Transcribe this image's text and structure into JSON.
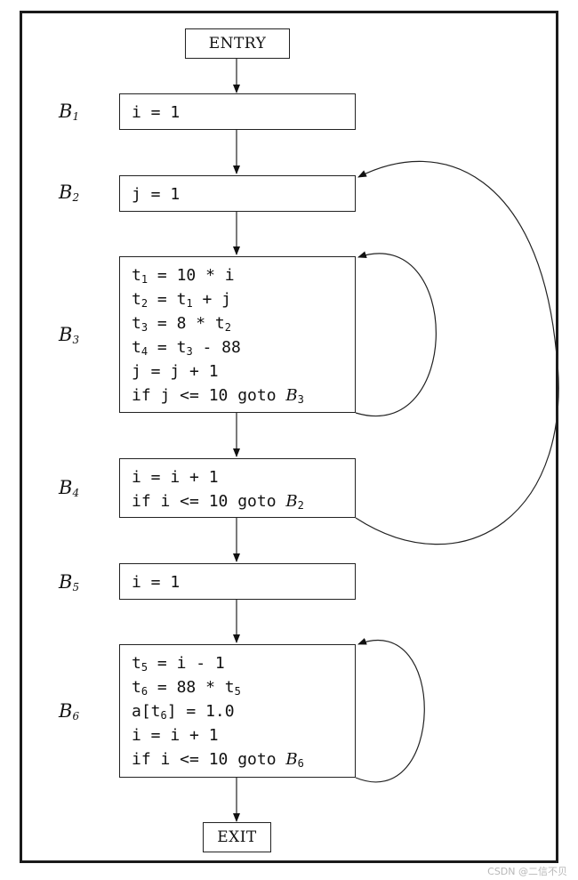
{
  "diagram": {
    "entry_label": "ENTRY",
    "exit_label": "EXIT",
    "blocks": [
      {
        "id": "B1",
        "label": {
          "main": "B",
          "sub": "1"
        },
        "lines": [
          [
            {
              "t": "i = 1"
            }
          ]
        ]
      },
      {
        "id": "B2",
        "label": {
          "main": "B",
          "sub": "2"
        },
        "lines": [
          [
            {
              "t": "j = 1"
            }
          ]
        ]
      },
      {
        "id": "B3",
        "label": {
          "main": "B",
          "sub": "3"
        },
        "lines": [
          [
            {
              "t": "t"
            },
            {
              "sub": "1"
            },
            {
              "t": " = 10 * i"
            }
          ],
          [
            {
              "t": "t"
            },
            {
              "sub": "2"
            },
            {
              "t": " = t"
            },
            {
              "sub": "1"
            },
            {
              "t": " + j"
            }
          ],
          [
            {
              "t": "t"
            },
            {
              "sub": "3"
            },
            {
              "t": " = 8 * t"
            },
            {
              "sub": "2"
            }
          ],
          [
            {
              "t": "t"
            },
            {
              "sub": "4"
            },
            {
              "t": " = t"
            },
            {
              "sub": "3"
            },
            {
              "t": " - 88"
            }
          ],
          [
            {
              "t": "j = j + 1"
            }
          ],
          [
            {
              "t": "if j <= 10 goto "
            },
            {
              "it": "B"
            },
            {
              "sub": "3"
            }
          ]
        ]
      },
      {
        "id": "B4",
        "label": {
          "main": "B",
          "sub": "4"
        },
        "lines": [
          [
            {
              "t": "i = i + 1"
            }
          ],
          [
            {
              "t": "if i <= 10 goto "
            },
            {
              "it": "B"
            },
            {
              "sub": "2"
            }
          ]
        ]
      },
      {
        "id": "B5",
        "label": {
          "main": "B",
          "sub": "5"
        },
        "lines": [
          [
            {
              "t": "i = 1"
            }
          ]
        ]
      },
      {
        "id": "B6",
        "label": {
          "main": "B",
          "sub": "6"
        },
        "lines": [
          [
            {
              "t": "t"
            },
            {
              "sub": "5"
            },
            {
              "t": " = i - 1"
            }
          ],
          [
            {
              "t": "t"
            },
            {
              "sub": "6"
            },
            {
              "t": " = 88 * t"
            },
            {
              "sub": "5"
            }
          ],
          [
            {
              "t": "a[t"
            },
            {
              "sub": "6"
            },
            {
              "t": "] = 1.0"
            }
          ],
          [
            {
              "t": "i = i + 1"
            }
          ],
          [
            {
              "t": "if i <= 10 goto "
            },
            {
              "it": "B"
            },
            {
              "sub": "6"
            }
          ]
        ]
      }
    ]
  },
  "watermark": "CSDN @二信不贝"
}
